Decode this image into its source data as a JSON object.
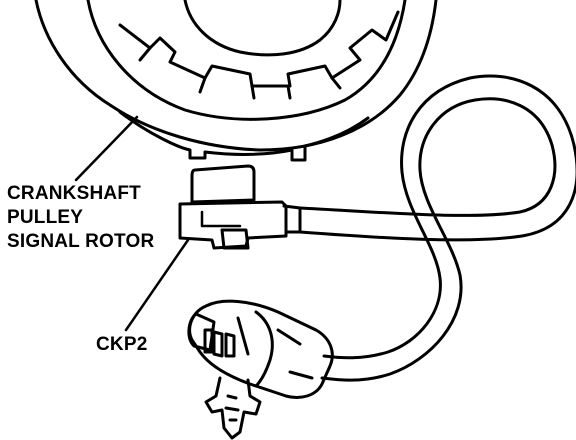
{
  "labels": {
    "pulley_line1": "CRANKSHAFT",
    "pulley_line2": "PULLEY",
    "pulley_line3": "SIGNAL ROTOR",
    "sensor": "CKP2"
  },
  "colors": {
    "ink": "#000000",
    "paper": "#ffffff"
  }
}
